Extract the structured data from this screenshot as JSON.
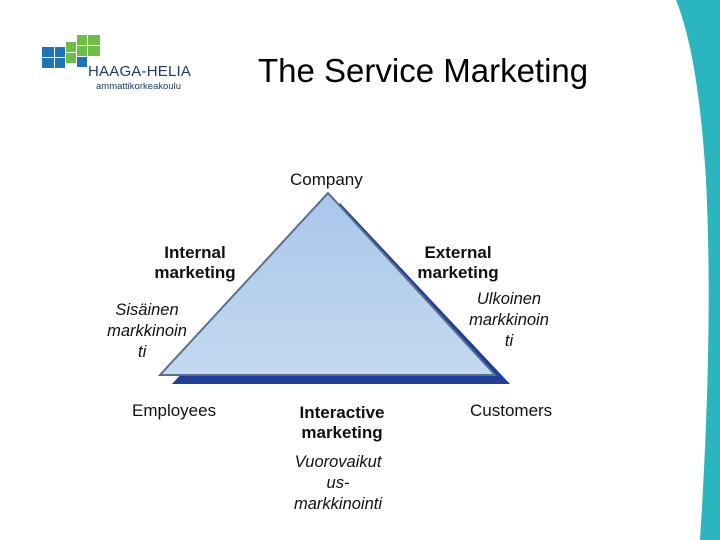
{
  "slide": {
    "title": "The Service Marketing",
    "colors": {
      "accent_teal": "#2bb5bf",
      "logo_green": "#6dbe45",
      "logo_blue": "#1f73b7",
      "triangle_fill": "#b9d3ee",
      "triangle_shadow": "#1f3f9b"
    }
  },
  "logo": {
    "name": "HAAGA-HELIA",
    "subtitle": "ammattikorkeakoulu",
    "icon": "haaga-helia-pixel-logo"
  },
  "diagram": {
    "vertices": {
      "top": "Company",
      "bottom_left": "Employees",
      "bottom_right": "Customers"
    },
    "sides": {
      "left": {
        "label_line1": "Internal",
        "label_line2": "marketing",
        "finnish_line1": "Sisäinen",
        "finnish_line2": "markkinoin",
        "finnish_line3": "ti"
      },
      "right": {
        "label_line1": "External",
        "label_line2": "marketing",
        "finnish_line1": "Ulkoinen",
        "finnish_line2": "markkinoin",
        "finnish_line3": "ti"
      },
      "bottom": {
        "label_line1": "Interactive",
        "label_line2": "marketing",
        "finnish_line1": "Vuorovaikut",
        "finnish_line2": "us-",
        "finnish_line3": "markkinointi"
      }
    }
  }
}
